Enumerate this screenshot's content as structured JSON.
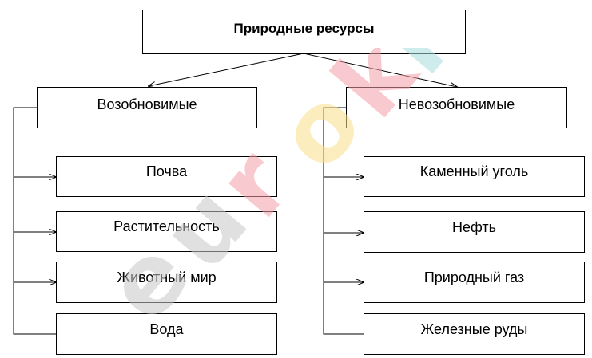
{
  "root": {
    "label": "Природные ресурсы"
  },
  "categories": [
    {
      "label": "Возобновимые",
      "items": [
        "Почва",
        "Растительность",
        "Животный мир",
        "Вода"
      ]
    },
    {
      "label": "Невозобновимые",
      "items": [
        "Каменный уголь",
        "Нефть",
        "Природный газ",
        "Железные руды"
      ]
    }
  ],
  "watermark": {
    "letters": [
      "e",
      "u",
      "r",
      "o",
      "k",
      "i"
    ],
    "colors": [
      "#c8c8c8",
      "#c8c8c8",
      "#f4a0a8",
      "#fbe08a",
      "#f4a0a8",
      "#a8dde0"
    ]
  }
}
